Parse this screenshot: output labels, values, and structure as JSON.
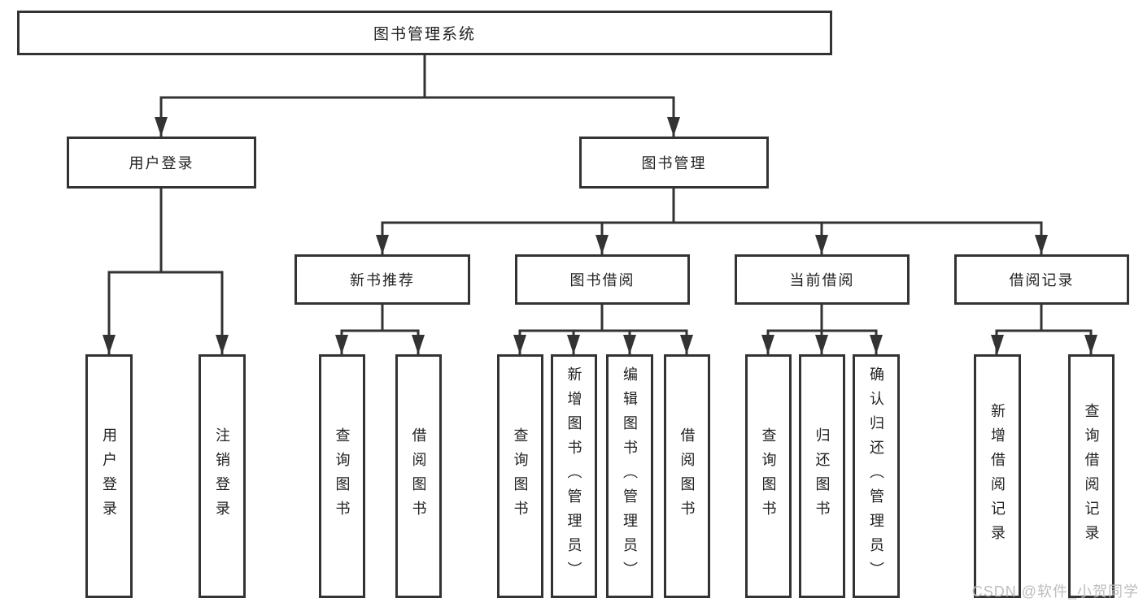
{
  "diagram": {
    "root": {
      "label": "图书管理系统"
    },
    "level2": [
      {
        "id": "user-login",
        "label": "用户登录",
        "children": [
          {
            "label": "用户登录"
          },
          {
            "label": "注销登录"
          }
        ]
      },
      {
        "id": "book-management",
        "label": "图书管理",
        "children": [
          {
            "id": "new-book-recommendation",
            "label": "新书推荐",
            "children": [
              {
                "label": "查询图书"
              },
              {
                "label": "借阅图书"
              }
            ]
          },
          {
            "id": "book-borrowing",
            "label": "图书借阅",
            "children": [
              {
                "label": "查询图书"
              },
              {
                "label": "新增图书（管理员）"
              },
              {
                "label": "编辑图书（管理员）"
              },
              {
                "label": "借阅图书"
              }
            ]
          },
          {
            "id": "current-borrowing",
            "label": "当前借阅",
            "children": [
              {
                "label": "查询图书"
              },
              {
                "label": "归还图书"
              },
              {
                "label": "确认归还（管理员）"
              }
            ]
          },
          {
            "id": "borrowing-records",
            "label": "借阅记录",
            "children": [
              {
                "label": "新增借阅记录"
              },
              {
                "label": "查询借阅记录"
              }
            ]
          }
        ]
      }
    ]
  },
  "watermark": {
    "text": "CSDN @软件_小贺同学"
  },
  "colors": {
    "line": "#333333",
    "box_border": "#333333",
    "text": "#222222",
    "watermark": "#bdbdbd",
    "background": "#ffffff"
  }
}
